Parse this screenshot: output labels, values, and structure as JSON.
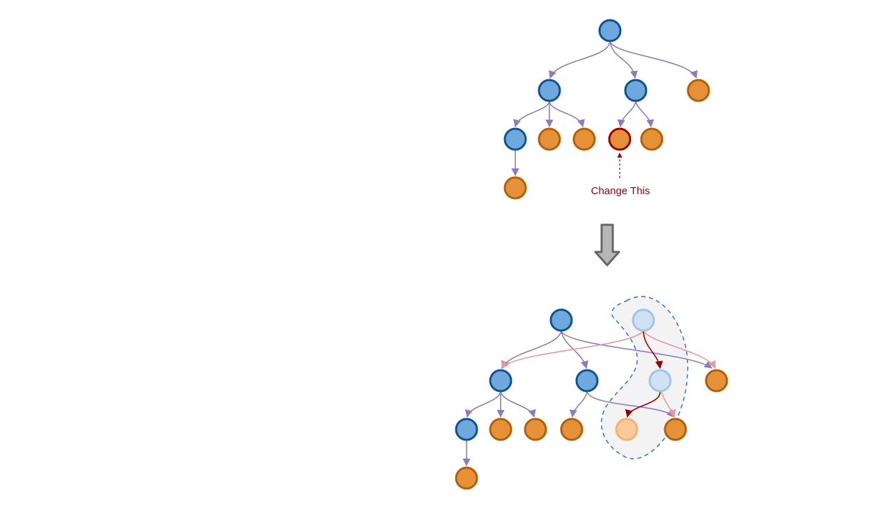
{
  "annotation": {
    "label": "Change This"
  },
  "palette": {
    "edge": "#8e7cc3",
    "edge_highlight": "#990000",
    "edge_faded": "#ea9999",
    "internal_fill": "#6fa8dc",
    "internal_stroke": "#0b5394",
    "leaf_fill": "#e69138",
    "leaf_stroke": "#b45f06",
    "changed_stroke": "#990000",
    "new_internal_fill": "#cfe2f3",
    "new_internal_stroke": "#9fc5e8",
    "new_leaf_fill": "#f9cb9c",
    "new_leaf_stroke": "#f6b26b",
    "region_fill": "#f3f3f3",
    "region_stroke": "#3c78d8",
    "arrow_fill": "#b7b7b7",
    "arrow_stroke": "#666666"
  },
  "before_tree": {
    "node_kinds": [
      "internal",
      "internal",
      "internal",
      "leaf",
      "internal",
      "leaf",
      "leaf",
      "changed-leaf",
      "leaf",
      "leaf"
    ]
  },
  "after_tree": {
    "node_kinds": [
      "internal",
      "new-internal",
      "internal",
      "internal",
      "leaf",
      "new-internal",
      "internal",
      "leaf",
      "leaf",
      "leaf",
      "new-leaf",
      "leaf",
      "leaf"
    ]
  }
}
